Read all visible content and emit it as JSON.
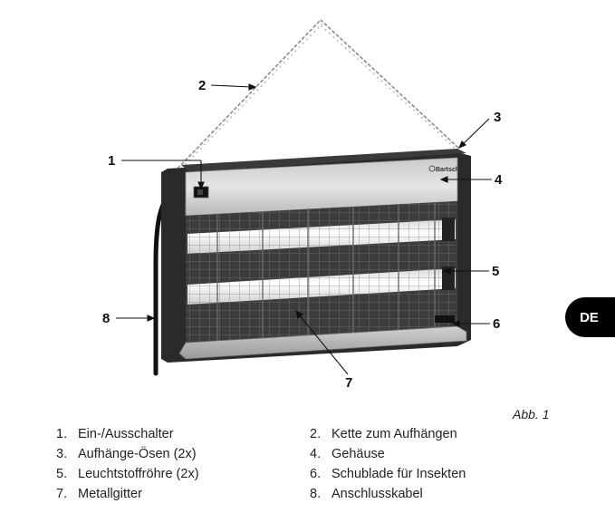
{
  "side_tab": "DE",
  "figure_caption": "Abb. 1",
  "brand_logo": "Bartscher",
  "callouts": [
    {
      "id": "1",
      "label": "1"
    },
    {
      "id": "2",
      "label": "2"
    },
    {
      "id": "3",
      "label": "3"
    },
    {
      "id": "4",
      "label": "4"
    },
    {
      "id": "5",
      "label": "5"
    },
    {
      "id": "6",
      "label": "6"
    },
    {
      "id": "7",
      "label": "7"
    },
    {
      "id": "8",
      "label": "8"
    }
  ],
  "legend": [
    {
      "num": "1.",
      "text": "Ein-/Ausschalter"
    },
    {
      "num": "2.",
      "text": "Kette zum Aufhängen"
    },
    {
      "num": "3.",
      "text": "Aufhänge-Ösen (2x)"
    },
    {
      "num": "4.",
      "text": "Gehäuse"
    },
    {
      "num": "5.",
      "text": "Leuchtstoffröhre (2x)"
    },
    {
      "num": "6.",
      "text": "Schublade für Insekten"
    },
    {
      "num": "7.",
      "text": "Metallgitter"
    },
    {
      "num": "8.",
      "text": "Anschlusskabel"
    }
  ]
}
